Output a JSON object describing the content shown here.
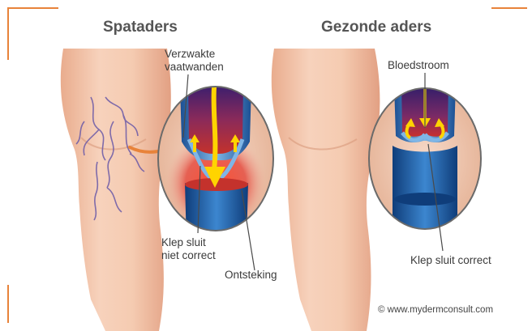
{
  "titles": {
    "left": "Spataders",
    "right": "Gezonde aders"
  },
  "labels": {
    "verzwakte": "Verzwakte\nvaatwanden",
    "bloedstroom": "Bloedstroom",
    "klep_niet": "Klep sluit\nniet correct",
    "ontsteking": "Ontsteking",
    "klep_correct": "Klep sluit correct"
  },
  "copyright": "© www.mydermconsult.com",
  "colors": {
    "accent": "#e8833a",
    "skin": "#f2c2a4",
    "vein_blue": "#1f5fa8",
    "blood_dark": "#5a1a6b",
    "blood_red": "#c2282f",
    "arrow_yellow": "#ffd400",
    "inflammation": "#e23a2a"
  }
}
